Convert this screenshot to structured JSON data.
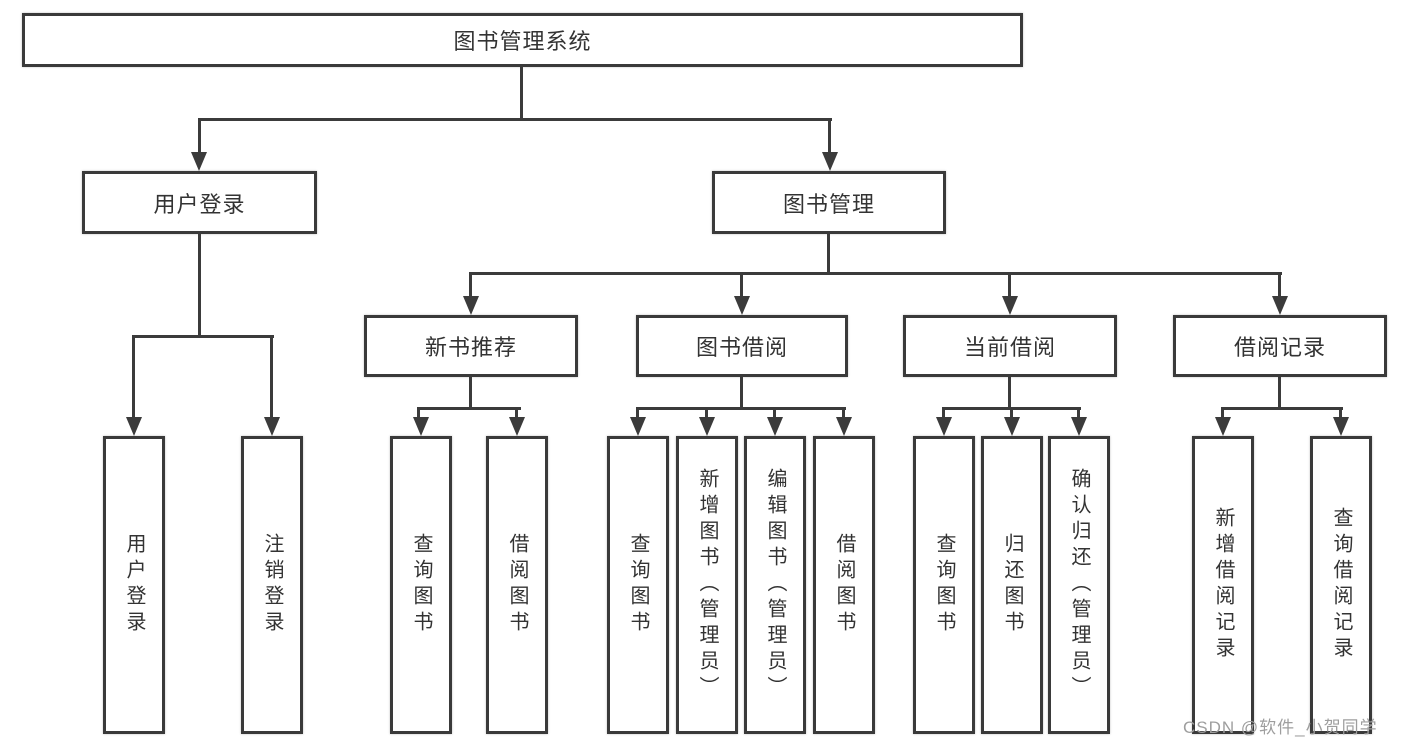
{
  "tree": {
    "root": "图书管理系统",
    "level2": [
      "用户登录",
      "图书管理"
    ],
    "level3": [
      "新书推荐",
      "图书借阅",
      "当前借阅",
      "借阅记录"
    ],
    "leaves": {
      "user_login": [
        "用户登录",
        "注销登录"
      ],
      "new_book_rec": [
        "查询图书",
        "借阅图书"
      ],
      "book_borrow": [
        "查询图书",
        "新增图书（管理员）",
        "编辑图书（管理员）",
        "借阅图书"
      ],
      "current_borrow": [
        "查询图书",
        "归还图书",
        "确认归还（管理员）"
      ],
      "borrow_records": [
        "新增借阅记录",
        "查询借阅记录"
      ]
    }
  },
  "watermark": "CSDN @软件_小贺同学",
  "colors": {
    "line": "#3b3b3b",
    "border": "#3a3a3a",
    "text": "#333333",
    "background": "#ffffff",
    "watermark": "#9e9e9e"
  }
}
